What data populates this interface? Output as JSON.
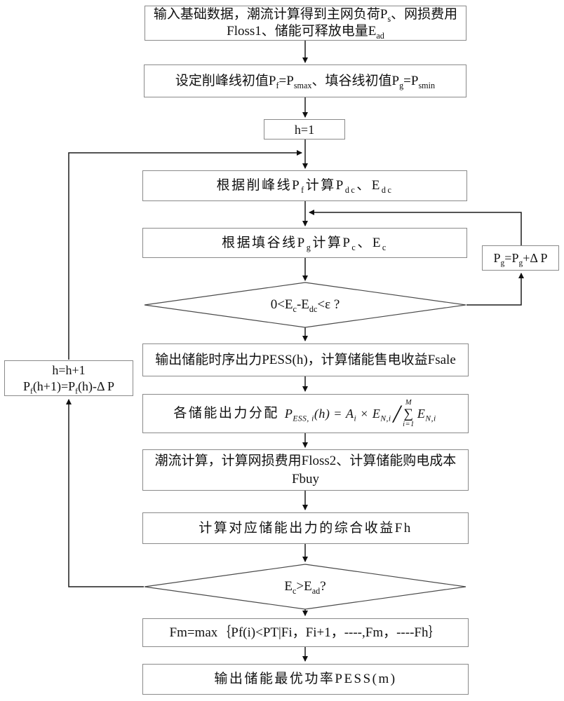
{
  "colors": {
    "line": "#1c1c1c",
    "box_border": "#8a8a8a",
    "text": "#111111",
    "canvas_background": "#ffffff"
  },
  "nodes": {
    "input": {
      "parts": [
        {
          "t": "输入基础数据，潮流计算得到主网负荷P"
        },
        {
          "sub": "s"
        },
        {
          "t": "、网损费用Floss1、储能可释放电量E"
        },
        {
          "sub": "ad"
        }
      ]
    },
    "set_init": {
      "parts": [
        {
          "t": "设定削峰线初值P"
        },
        {
          "sub": "f"
        },
        {
          "t": "=P"
        },
        {
          "sub": "smax"
        },
        {
          "t": "、填谷线初值P"
        },
        {
          "sub": "g"
        },
        {
          "t": "=P"
        },
        {
          "sub": "smin"
        }
      ]
    },
    "h_init": {
      "text": "h=1"
    },
    "calc_peak": {
      "parts": [
        {
          "t": "根据削峰线P"
        },
        {
          "sub": "f"
        },
        {
          "t": "计算P"
        },
        {
          "sub": "dc"
        },
        {
          "t": "、E"
        },
        {
          "sub": "dc"
        }
      ]
    },
    "calc_valley": {
      "parts": [
        {
          "t": "根据填谷线P"
        },
        {
          "sub": "g"
        },
        {
          "t": "计算P"
        },
        {
          "sub": "c"
        },
        {
          "t": "、E"
        },
        {
          "sub": "c"
        }
      ]
    },
    "pg_update": {
      "parts": [
        {
          "t": "P"
        },
        {
          "sub": "g"
        },
        {
          "t": "=P"
        },
        {
          "sub": "g"
        },
        {
          "t": "+Δ P"
        }
      ]
    },
    "decision_epsilon": {
      "parts": [
        {
          "t": "0<E"
        },
        {
          "sub": "c"
        },
        {
          "t": "-E"
        },
        {
          "sub": "dc"
        },
        {
          "t": "<ε ?"
        }
      ]
    },
    "output_timeseries": {
      "parts": [
        {
          "t": "输出储能时序出力PESS(h)，计算储能售电收益Fsale"
        }
      ]
    },
    "h_update": {
      "line1": "h=h+1",
      "line2_parts": [
        {
          "t": "P"
        },
        {
          "sub": "f"
        },
        {
          "t": "(h+1)=P"
        },
        {
          "sub": "f"
        },
        {
          "t": "(h)-Δ P"
        }
      ]
    },
    "allocate": {
      "prefix": "各储能出力分配",
      "terms": {
        "p": "P",
        "p_sub": "ESS, i",
        "arg": "(h)",
        "equals": "=",
        "a": "A",
        "a_sub": "i",
        "times": "×",
        "e1": "E",
        "e1_sub": "N,i",
        "slash": "/",
        "sum_upper": "M",
        "sum_symbol": "∑",
        "sum_lower": "i=1",
        "e2": "E",
        "e2_sub": "N,i"
      }
    },
    "power_flow": {
      "parts": [
        {
          "t": "潮流计算，计算网损费用Floss2、计算储能购电成本Fbuy"
        }
      ]
    },
    "comprehensive": {
      "parts": [
        {
          "t": "计算对应储能出力的综合收益Fh"
        }
      ]
    },
    "decision_ec_ead": {
      "parts": [
        {
          "t": "E"
        },
        {
          "sub": "c"
        },
        {
          "t": ">E"
        },
        {
          "sub": "ad"
        },
        {
          "t": "?"
        }
      ]
    },
    "fm_max": {
      "parts": [
        {
          "t": "Fm=max｛Pf(i)<PT|Fi，Fi+1，----,Fm，----Fh｝"
        }
      ]
    },
    "output_final": {
      "parts": [
        {
          "t": "输出储能最优功率PESS(m)"
        }
      ]
    }
  }
}
